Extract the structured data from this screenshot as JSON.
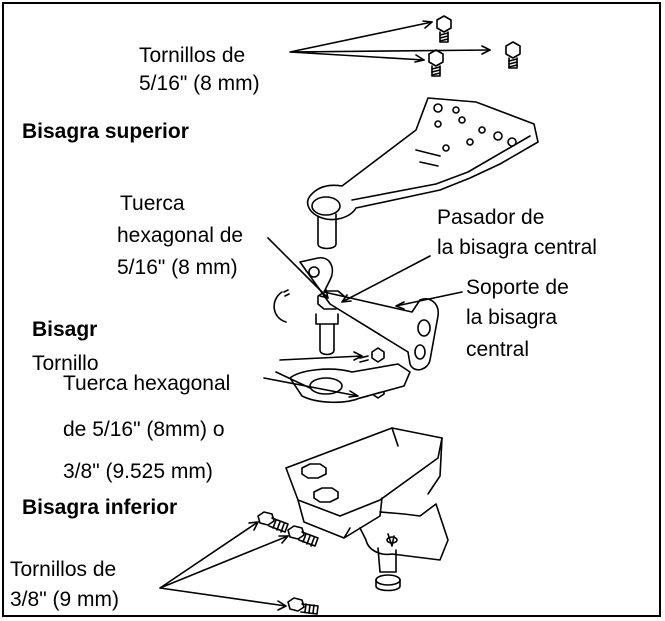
{
  "labels": {
    "screws_top_1": "Tornillos de",
    "screws_top_2": "5/16\" (8 mm)",
    "upper_hinge": "Bisagra superior",
    "nut_1": "Tuerca",
    "nut_2": "hexagonal de",
    "nut_3": "5/16\" (8 mm)",
    "pin_1": "Pasador de",
    "pin_2": "la bisagra central",
    "bracket_1": "Soporte de",
    "bracket_2": "la bisagra",
    "bracket_3": "central",
    "center_hinge_cut": "Bisagr",
    "screws_mid_cut": "Tornillo",
    "nut2_1": "Tuerca hexagonal",
    "nut2_2": "de 5/16\" (8mm) o",
    "nut2_3": "3/8\" (9.525 mm)",
    "lower_hinge": "Bisagra inferior",
    "screws_bottom_1": "Tornillos de",
    "screws_bottom_2": "3/8\" (9 mm)"
  }
}
